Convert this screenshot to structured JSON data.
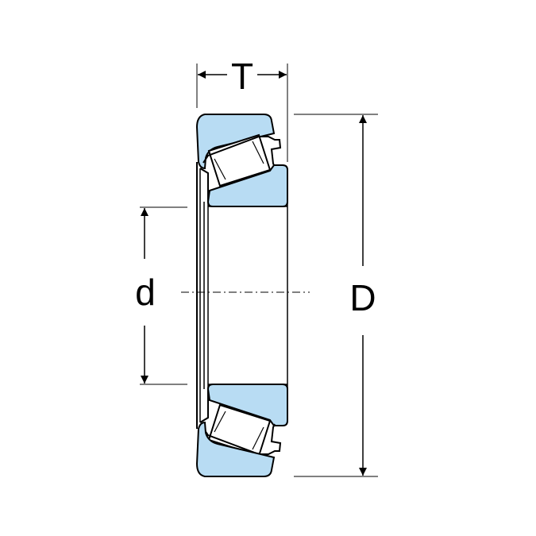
{
  "diagram": {
    "labels": {
      "width": "T",
      "bore": "d",
      "outer": "D"
    },
    "colors": {
      "fill": "#b8dcf3",
      "stroke": "#000000",
      "background": "#ffffff"
    }
  }
}
